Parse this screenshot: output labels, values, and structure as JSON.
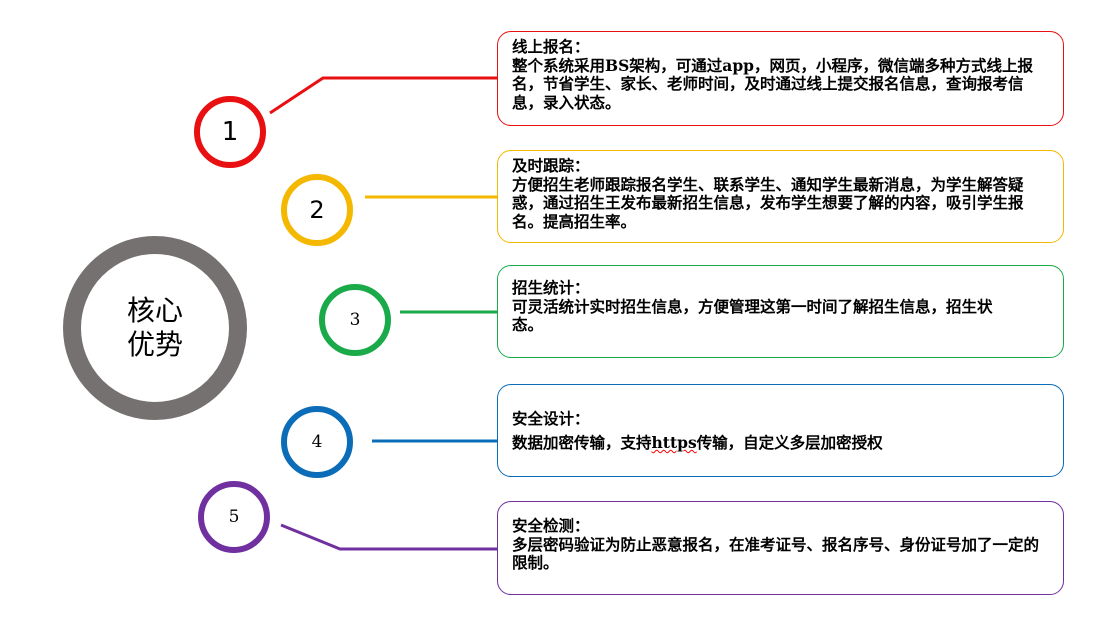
{
  "center": {
    "line1": "核心",
    "line2": "优势"
  },
  "items": [
    {
      "num": "1",
      "color": "#e81010",
      "title": "线上报名：",
      "desc": "整个系统采用BS架构，可通过app，网页，小程序，微信端多种方式线上报名，节省学生、家长、老师时间，及时通过线上提交报名信息，查询报考信息，录入状态。"
    },
    {
      "num": "2",
      "color": "#f5b800",
      "title": "及时跟踪：",
      "desc": "方便招生老师跟踪报名学生、联系学生、通知学生最新消息，为学生解答疑惑，通过招生王发布最新招生信息，发布学生想要了解的内容，吸引学生报名。提高招生率。"
    },
    {
      "num": "3",
      "color": "#1aaa4a",
      "title": "招生统计：",
      "desc": "可灵活统计实时招生信息，方便管理这第一时间了解招生信息，招生状态。"
    },
    {
      "num": "4",
      "color": "#0b6db8",
      "title": "安全设计：",
      "desc_pre": "数据加密传输，支持",
      "desc_link": "https",
      "desc_post": "传输，自定义多层加密授权"
    },
    {
      "num": "5",
      "color": "#7030a0",
      "title": "安全检测：",
      "desc": "多层密码验证为防止恶意报名，在准考证号、报名序号、身份证号加了一定的限制。"
    }
  ]
}
